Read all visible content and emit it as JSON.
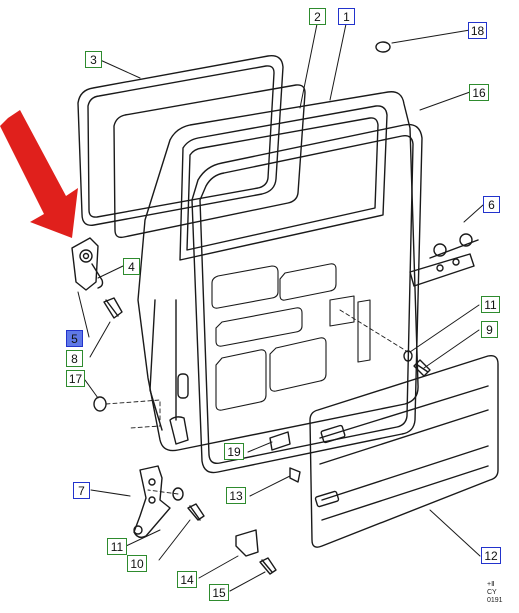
{
  "labels": {
    "p1": "1",
    "p2": "2",
    "p3": "3",
    "p4": "4",
    "p5": "5",
    "p6": "6",
    "p7": "7",
    "p8": "8",
    "p9": "9",
    "p10": "10",
    "p11a": "11",
    "p11b": "11",
    "p12": "12",
    "p13": "13",
    "p14": "14",
    "p15": "15",
    "p16": "16",
    "p17": "17",
    "p18": "18",
    "p19": "19"
  },
  "corner_code": {
    "line1": "+Ⅱ",
    "line2": "CY",
    "line3": "0191"
  },
  "colors": {
    "green_box": "#2e8b2e",
    "blue_box": "#2233cc",
    "highlight": "#5f78e8",
    "arrow": "#e0201c",
    "line": "#1a1a1a"
  }
}
